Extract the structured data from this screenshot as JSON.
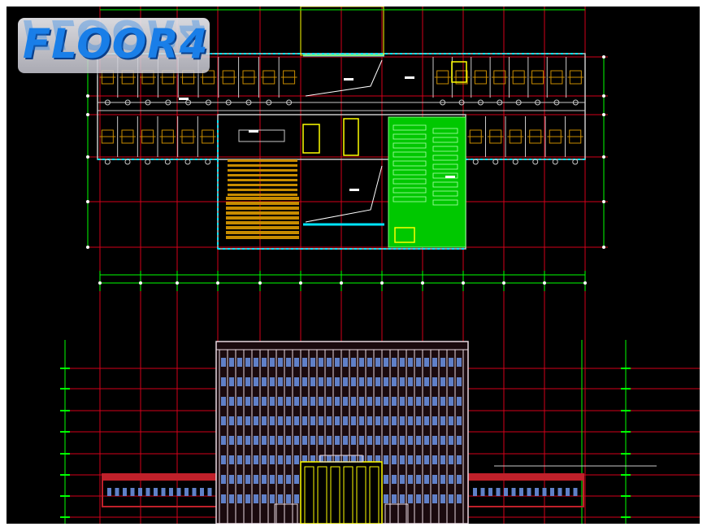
{
  "title": "FLOOR4",
  "colors": {
    "background": "#000000",
    "grid": "#d4001a",
    "dimension": "#00ff00",
    "wall": "#c8c8c8",
    "window": "#00e5ff",
    "lab_fill": "#00c800",
    "seating": "#c88c00",
    "elevation_frame": "#e8d8e0",
    "elevation_window": "#6080c8",
    "podium": "#c0202a",
    "stair": "#ffff00"
  },
  "icons": [
    "floor-plan",
    "elevation-drawing"
  ]
}
